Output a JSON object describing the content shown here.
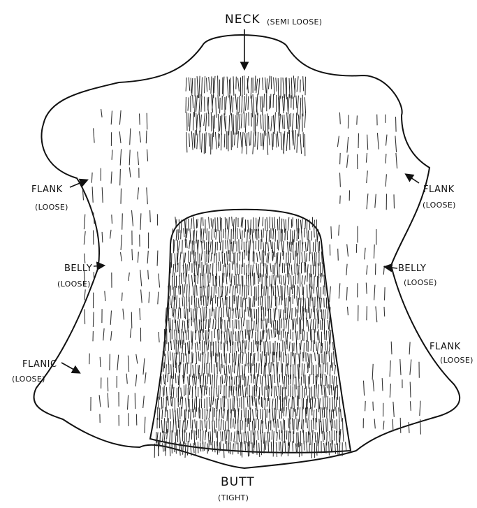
{
  "diagram": {
    "labels": {
      "neck": "NECK",
      "neck_note": "(SEMI LOOSE)",
      "flank_left_upper": "FLANK",
      "flank_left_upper_note": "(LOOSE)",
      "belly_left": "BELLY",
      "belly_left_note": "(LOOSE)",
      "flank_left_lower": "FLANIC",
      "flank_left_lower_note": "(LOOSE)",
      "flank_right_upper": "FLANK",
      "flank_right_upper_note": "(LOOSE)",
      "belly_right": "BELLY",
      "belly_right_note": "(LOOSE)",
      "flank_right_lower": "FLANK",
      "flank_right_lower_note": "(LOOSE)",
      "butt": "BUTT",
      "butt_note": "(TIGHT)"
    }
  }
}
